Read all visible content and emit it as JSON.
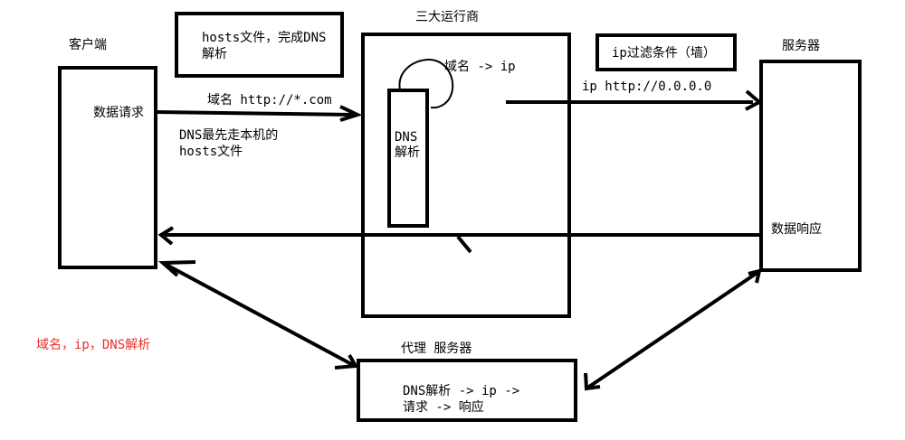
{
  "diagram": {
    "client": {
      "title": "客户端",
      "request": "数据请求"
    },
    "hosts_note": {
      "line1": "hosts文件，完成DNS",
      "line2": "解析"
    },
    "operator": {
      "title": "三大运行商",
      "loop_label": "域名 -> ip",
      "dns_box_line1": "DNS",
      "dns_box_line2": "解析"
    },
    "firewall": {
      "label": "ip过滤条件（墙）"
    },
    "server": {
      "title": "服务器",
      "response": "数据响应"
    },
    "arrows": {
      "domain_request": "域名 http://*.com",
      "dns_first_line1": "DNS最先走本机的",
      "dns_first_line2": "hosts文件",
      "ip_request": "ip http://0.0.0.0"
    },
    "proxy": {
      "title": "代理 服务器",
      "line1": "DNS解析 -> ip ->",
      "line2": "请求 -> 响应"
    },
    "footnote": "域名，ip，DNS解析"
  },
  "colors": {
    "stroke": "#000000",
    "text": "#000000",
    "footnote": "#e8302a"
  }
}
